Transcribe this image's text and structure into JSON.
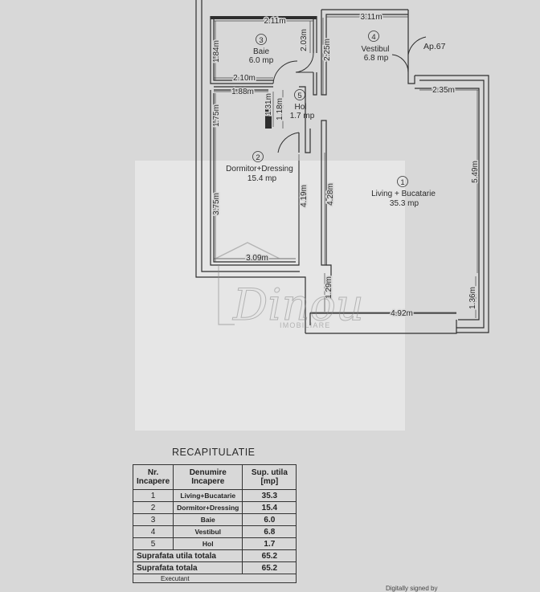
{
  "plan": {
    "dimensions": {
      "baie_top": "2.11m",
      "vestibul_top": "3.11m",
      "baie_left": "1.84m",
      "baie_right": "2.03m",
      "vestibul_left": "2.25m",
      "baie_bottom": "2.10m",
      "hol_top": "1.88m",
      "dormitor_left_upper": "1.75m",
      "hol_inner_left": "1.31m",
      "hol_inner_right": "1.18m",
      "living_top": "2.35m",
      "living_right_upper": "5.49m",
      "dormitor_left_lower": "3.75m",
      "dormitor_right": "4.19m",
      "corridor_right": "4.28m",
      "dormitor_bottom": "3.09m",
      "living_left_lower": "1.29m",
      "living_right_lower": "1.36m",
      "living_bottom": "4.92m"
    },
    "apartment_label": "Ap.67",
    "rooms": [
      {
        "number": "1",
        "name": "Living + Bucatarie",
        "area": "35.3 mp"
      },
      {
        "number": "2",
        "name": "Dormitor+Dressing",
        "area": "15.4 mp"
      },
      {
        "number": "3",
        "name": "Baie",
        "area": "6.0 mp"
      },
      {
        "number": "4",
        "name": "Vestibul",
        "area": "6.8 mp"
      },
      {
        "number": "5",
        "name": "Hol",
        "area": "1.7 mp"
      }
    ]
  },
  "watermark": {
    "text": "Dinou",
    "subtext": "IMOBILIARE"
  },
  "recap": {
    "title": "RECAPITULATIE",
    "headers": [
      "Nr. Incapere",
      "Denumire Incapere",
      "Sup. utila [mp]"
    ],
    "rows": [
      {
        "nr": "1",
        "name": "Living+Bucatarie",
        "area": "35.3"
      },
      {
        "nr": "2",
        "name": "Dormitor+Dressing",
        "area": "15.4"
      },
      {
        "nr": "3",
        "name": "Baie",
        "area": "6.0"
      },
      {
        "nr": "4",
        "name": "Vestibul",
        "area": "6.8"
      },
      {
        "nr": "5",
        "name": "Hol",
        "area": "1.7"
      }
    ],
    "total_util_label": "Suprafata utila totala",
    "total_util_value": "65.2",
    "total_label": "Suprafata totala",
    "total_value": "65.2",
    "footer_left": "Executant",
    "footer_right": "Digitally signed by"
  }
}
